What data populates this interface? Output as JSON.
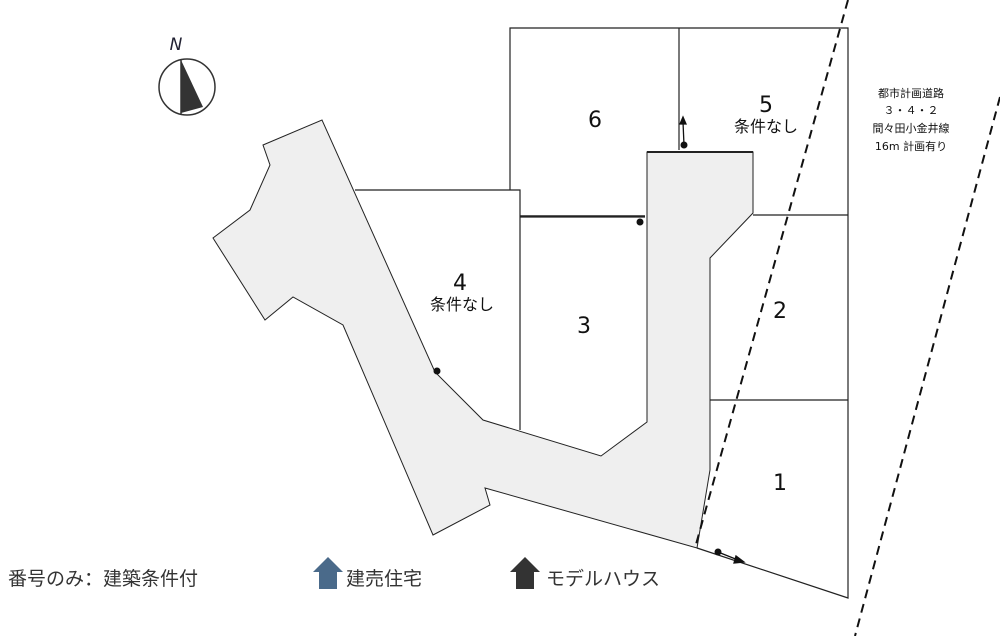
{
  "compass": {
    "label": "N"
  },
  "lots": [
    {
      "number": "1"
    },
    {
      "number": "2"
    },
    {
      "number": "3"
    },
    {
      "number": "4",
      "note": "条件なし"
    },
    {
      "number": "5",
      "note": "条件なし"
    },
    {
      "number": "6"
    }
  ],
  "planned_road": {
    "lines": [
      "都市計画道路",
      "３・４・２",
      "間々田小金井線",
      "16m 計画有り"
    ]
  },
  "legend": {
    "number_only": "番号のみ：建築条件付",
    "ready_built": "建売住宅",
    "model_house": "モデルハウス",
    "ready_built_color": "#4a6a8a",
    "model_house_color": "#333333"
  },
  "colors": {
    "road_fill": "#efefef"
  }
}
